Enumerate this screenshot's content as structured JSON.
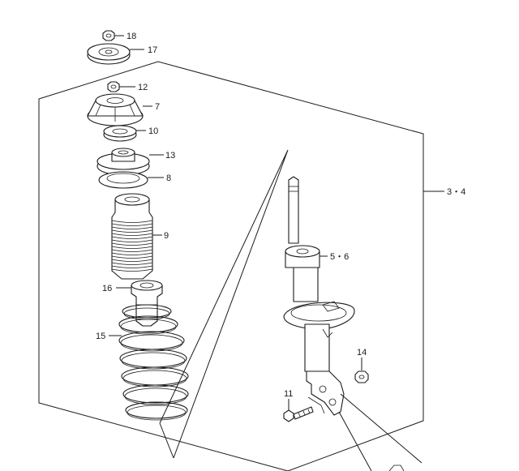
{
  "diagram": {
    "callouts": [
      {
        "id": "18",
        "label": "18"
      },
      {
        "id": "17",
        "label": "17"
      },
      {
        "id": "12",
        "label": "12"
      },
      {
        "id": "7",
        "label": "7"
      },
      {
        "id": "10",
        "label": "10"
      },
      {
        "id": "13",
        "label": "13"
      },
      {
        "id": "8",
        "label": "8"
      },
      {
        "id": "9",
        "label": "9"
      },
      {
        "id": "16",
        "label": "16"
      },
      {
        "id": "15",
        "label": "15"
      },
      {
        "id": "3-4",
        "label": "3・4"
      },
      {
        "id": "5-6",
        "label": "5・6"
      },
      {
        "id": "14",
        "label": "14"
      },
      {
        "id": "11",
        "label": "11"
      }
    ]
  }
}
